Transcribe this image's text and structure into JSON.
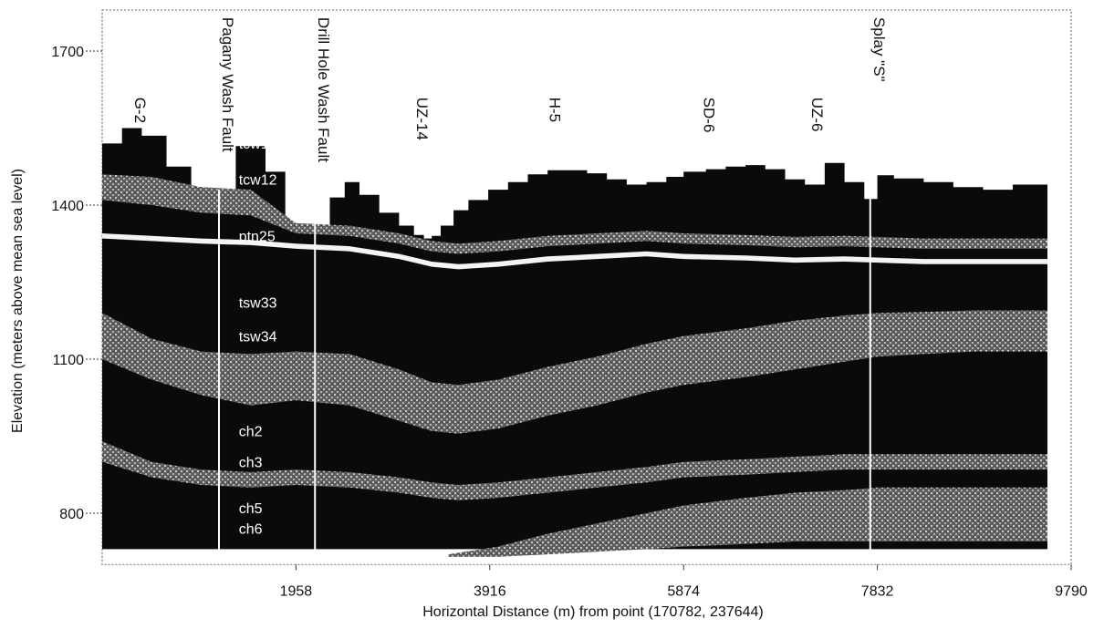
{
  "chart_data": {
    "type": "area",
    "title": "",
    "xlabel": "Horizontal Distance (m) from point (170782, 237644)",
    "ylabel": "Elevation (meters above mean sea level)",
    "xlim": [
      0,
      9790
    ],
    "ylim": [
      700,
      1780
    ],
    "xticks": [
      1958,
      3916,
      5874,
      7832,
      9790
    ],
    "xtick_labels": [
      "1958",
      "3916",
      "5874",
      "7832",
      "9790"
    ],
    "yticks": [
      800,
      1100,
      1400,
      1700
    ],
    "ytick_labels": [
      "800",
      "1100",
      "1400",
      "1700"
    ],
    "grid": false,
    "colors": {
      "dark": "#0a0a0a",
      "stipple": "#6e6e6e",
      "white": "#f4f4f4",
      "frame": "#777777"
    },
    "surface": {
      "name": "",
      "x": [
        0,
        200,
        400,
        650,
        900,
        1120,
        1350,
        1650,
        1850,
        1958,
        2100,
        2300,
        2450,
        2600,
        2800,
        3000,
        3150,
        3250,
        3330,
        3420,
        3550,
        3700,
        3900,
        4100,
        4300,
        4500,
        4700,
        4900,
        5100,
        5300,
        5500,
        5700,
        5874,
        6100,
        6300,
        6500,
        6700,
        6900,
        7100,
        7300,
        7500,
        7700,
        7832,
        8000,
        8300,
        8600,
        8900,
        9200,
        9550
      ],
      "y": [
        1520,
        1550,
        1535,
        1475,
        1425,
        1425,
        1515,
        1465,
        1355,
        1355,
        1360,
        1415,
        1445,
        1420,
        1385,
        1360,
        1342,
        1335,
        1340,
        1360,
        1390,
        1410,
        1430,
        1445,
        1460,
        1468,
        1468,
        1462,
        1450,
        1440,
        1445,
        1455,
        1465,
        1470,
        1475,
        1478,
        1470,
        1450,
        1440,
        1482,
        1445,
        1412,
        1458,
        1452,
        1445,
        1435,
        1430,
        1440,
        1440
      ]
    },
    "layers": [
      {
        "name": "tcw12",
        "x": [
          0,
          500,
          1000,
          1500,
          1958,
          2500,
          3000,
          3330,
          3600,
          4000,
          4500,
          5000,
          5500,
          5874,
          6500,
          7000,
          7500,
          7832,
          8300,
          8800,
          9550
        ],
        "top": [
          1460,
          1455,
          1435,
          1430,
          1365,
          1360,
          1345,
          1330,
          1325,
          1330,
          1340,
          1345,
          1350,
          1345,
          1342,
          1338,
          1340,
          1338,
          1335,
          1335,
          1335
        ],
        "bottom": [
          1410,
          1400,
          1385,
          1380,
          1345,
          1340,
          1325,
          1310,
          1305,
          1310,
          1320,
          1325,
          1330,
          1325,
          1322,
          1318,
          1320,
          1318,
          1315,
          1315,
          1315
        ],
        "style": "stipple"
      },
      {
        "name": "ptn25",
        "x": [
          0,
          500,
          1000,
          1500,
          1958,
          2500,
          3000,
          3330,
          3600,
          4000,
          4500,
          5000,
          5500,
          5874,
          6500,
          7000,
          7500,
          7832,
          8300,
          8800,
          9550
        ],
        "top": [
          1345,
          1340,
          1335,
          1332,
          1325,
          1320,
          1305,
          1290,
          1285,
          1290,
          1300,
          1305,
          1310,
          1305,
          1302,
          1298,
          1300,
          1298,
          1295,
          1295,
          1295
        ],
        "bottom": [
          1335,
          1330,
          1325,
          1322,
          1315,
          1310,
          1295,
          1280,
          1275,
          1280,
          1290,
          1295,
          1300,
          1295,
          1292,
          1288,
          1290,
          1288,
          1285,
          1285,
          1285
        ],
        "style": "white"
      },
      {
        "name": "tsw34",
        "x": [
          0,
          500,
          1000,
          1500,
          1958,
          2500,
          3000,
          3330,
          3600,
          4000,
          4500,
          5000,
          5500,
          5874,
          6500,
          7000,
          7500,
          7832,
          8300,
          8800,
          9550
        ],
        "top": [
          1190,
          1140,
          1115,
          1110,
          1115,
          1110,
          1080,
          1055,
          1050,
          1060,
          1085,
          1105,
          1130,
          1145,
          1160,
          1175,
          1185,
          1190,
          1192,
          1195,
          1195
        ],
        "bottom": [
          1100,
          1060,
          1030,
          1010,
          1020,
          1010,
          980,
          960,
          955,
          965,
          990,
          1010,
          1035,
          1050,
          1065,
          1080,
          1095,
          1105,
          1110,
          1115,
          1115
        ],
        "style": "stipple"
      },
      {
        "name": "ch2",
        "x": [
          0,
          500,
          1000,
          1500,
          1958,
          2500,
          3000,
          3330,
          3600,
          4000,
          4500,
          5000,
          5500,
          5874,
          6500,
          7000,
          7500,
          7832,
          8300,
          8800,
          9550
        ],
        "top": [
          940,
          900,
          885,
          880,
          885,
          880,
          870,
          860,
          855,
          860,
          870,
          880,
          890,
          900,
          905,
          910,
          915,
          915,
          915,
          915,
          915
        ],
        "bottom": [
          900,
          870,
          855,
          850,
          855,
          850,
          840,
          830,
          825,
          830,
          840,
          850,
          860,
          870,
          875,
          880,
          885,
          885,
          885,
          885,
          885
        ],
        "style": "stipple"
      },
      {
        "name": "ch5",
        "x": [
          3500,
          4000,
          4500,
          5000,
          5500,
          5874,
          6500,
          7000,
          7500,
          7832,
          8300,
          8800,
          9550
        ],
        "top": [
          720,
          735,
          760,
          780,
          800,
          815,
          830,
          840,
          845,
          850,
          850,
          850,
          850
        ],
        "bottom": [
          715,
          715,
          720,
          725,
          730,
          735,
          740,
          745,
          745,
          745,
          745,
          745,
          745
        ],
        "style": "stipple"
      }
    ],
    "faults": [
      {
        "name": "Pagany Wash Fault",
        "x": 1180
      },
      {
        "name": "Drill Hole Wash Fault",
        "x": 2150
      },
      {
        "name": "Splay \"S\"",
        "x": 7760
      }
    ],
    "wells": [
      {
        "name": "G-2",
        "x": 330
      },
      {
        "name": "UZ-14",
        "x": 3180
      },
      {
        "name": "H-5",
        "x": 4520
      },
      {
        "name": "SD-6",
        "x": 6080
      },
      {
        "name": "UZ-6",
        "x": 7170
      }
    ],
    "unit_labels": [
      {
        "text": "tcw11",
        "x": 1380,
        "y": 1510
      },
      {
        "text": "tcw12",
        "x": 1380,
        "y": 1440
      },
      {
        "text": "ptn25",
        "x": 1380,
        "y": 1330
      },
      {
        "text": "tsw33",
        "x": 1380,
        "y": 1200
      },
      {
        "text": "tsw34",
        "x": 1380,
        "y": 1135
      },
      {
        "text": "ch2",
        "x": 1380,
        "y": 950
      },
      {
        "text": "ch3",
        "x": 1380,
        "y": 890
      },
      {
        "text": "ch5",
        "x": 1380,
        "y": 800
      },
      {
        "text": "ch6",
        "x": 1380,
        "y": 760
      }
    ]
  }
}
